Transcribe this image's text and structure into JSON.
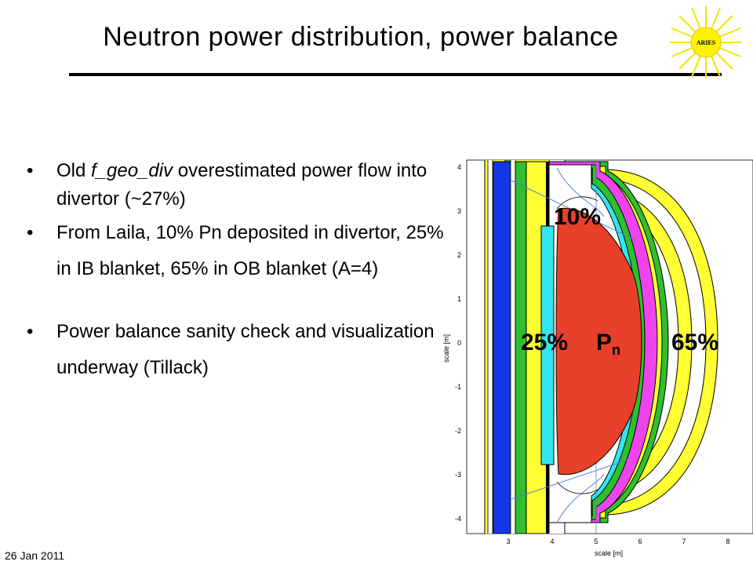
{
  "slide": {
    "title": "Neutron power distribution, power balance",
    "footer_date": "26 Jan 2011",
    "logo_text": "ARIES"
  },
  "bullets": {
    "b1_pre": "Old ",
    "b1_italic": "f_geo_div",
    "b1_post": " overestimated power flow into divertor (~27%)",
    "b2": "From Laila, 10% Pn deposited in divertor, 25% in IB blanket, 65% in OB blanket (A=4)",
    "b3": "Power balance sanity check and visualization underway (Tillack)"
  },
  "figure": {
    "xlabel": "scale [m]",
    "ylabel": "scale [m]",
    "x_ticks": [
      "3",
      "4",
      "5",
      "6",
      "7",
      "8"
    ],
    "y_ticks": [
      "4",
      "3",
      "2",
      "1",
      "0",
      "-1",
      "-2",
      "-3",
      "-4"
    ],
    "labels": {
      "divertor": "10%",
      "inboard": "25%",
      "power": "P",
      "power_sub": "n",
      "outboard": "65%"
    },
    "colors": {
      "plasma": "#e8402a",
      "outer_layer": "#ee44ee",
      "layer_cyan": "#33e6ee",
      "layer_green": "#2fbf2f",
      "layer_yellow": "#ffff33",
      "inboard_blue": "#1438e6"
    }
  }
}
